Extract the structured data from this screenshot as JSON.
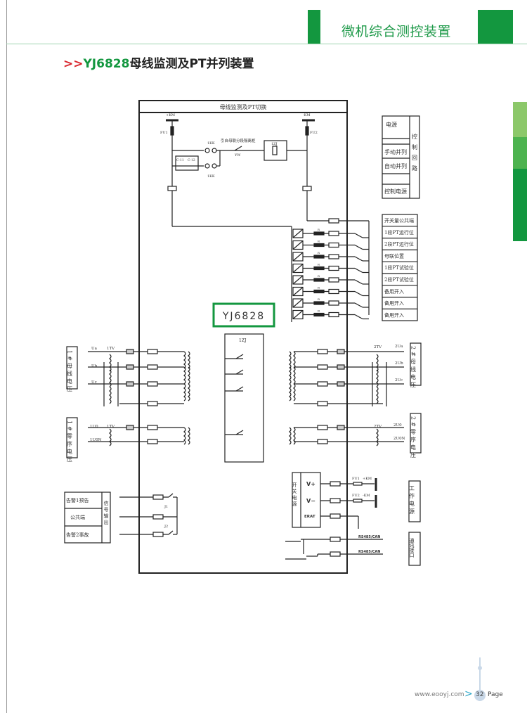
{
  "header": {
    "section_title": "微机综合测控装置",
    "accent_color": "#13973f"
  },
  "heading": {
    "prefix": ">>",
    "model": "YJ6828",
    "title": "母线监测及PT并列装置"
  },
  "diagram": {
    "panel_title": "母线监测及PT切换",
    "device_label": "YJ6828",
    "control": {
      "plus_km": "+KM",
      "minus_km": "-KM",
      "fu1": "FU1",
      "fu2": "FU2",
      "kk_top": "1KK",
      "kk_bottom": "1KK",
      "source_note": "引自母联分段隔离柜",
      "yw": "YW",
      "zj": "1ZJ",
      "c11": "C-11",
      "c12": "C-12",
      "table": {
        "rows": [
          "电源",
          "",
          "手动并列",
          "自动并列",
          "",
          "控制电源"
        ],
        "side": "控制回路"
      }
    },
    "di_table": [
      "开关量公共端",
      "1段PT运行位",
      "2段PT运行位",
      "母联位置",
      "1段PT试验位",
      "2段PT试验位",
      "备用开入",
      "备用开入",
      "备用开入"
    ],
    "resistor_label": "R",
    "zj_label": "1ZJ",
    "bus1": {
      "box": "1#母线电压",
      "ua": "Ua",
      "ub": "Ub",
      "uc": "Uc",
      "tv": "1TV"
    },
    "zero1": {
      "box": "1#零序电压",
      "u0": "1U0",
      "u0n": "1U0N",
      "tv": "1TV"
    },
    "bus2": {
      "box": "2#母线电压",
      "ua": "2Ua",
      "ub": "2Ub",
      "uc": "2Uc",
      "tv": "2TV"
    },
    "zero2": {
      "box": "2#零序电压",
      "u0": "2U0",
      "u0n": "2U0N",
      "tv": "2TV"
    },
    "signal": {
      "rows": [
        "告警1预告",
        "公共端",
        "告警2事故"
      ],
      "side": "信号输出",
      "j1": "J1",
      "j2": "J2"
    },
    "power": {
      "side": "开关电源",
      "vplus": "V+",
      "vminus": "V−",
      "erat": "ERAT",
      "fu1": "FU1",
      "fu2": "FU2",
      "plus_km": "+KM",
      "minus_km": "-KM",
      "box": "工作电源"
    },
    "comm": {
      "line1": "RS485/CAN",
      "line2": "RS485/CAN",
      "box": "通讯接口"
    }
  },
  "footer": {
    "url": "www.eooyj.com",
    "arrow": ">",
    "page_number": "32",
    "page_label": "Page"
  }
}
